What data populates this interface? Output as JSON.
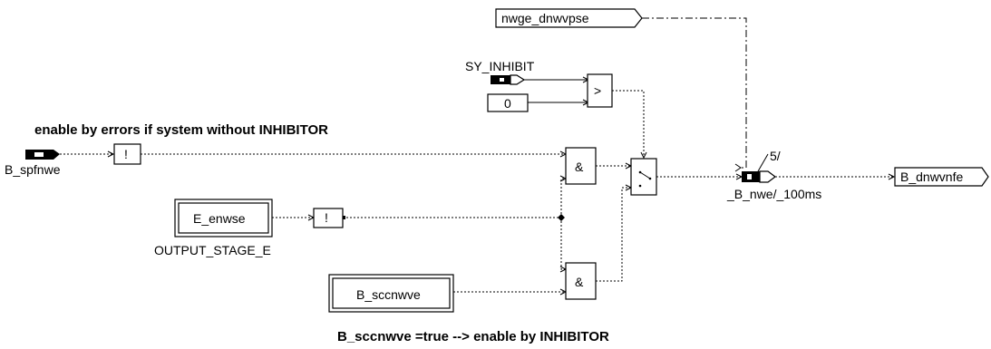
{
  "inputs": {
    "nwge": "nwge_dnwvpse",
    "sy_inhibit": "SY_INHIBIT",
    "constant_zero": "0",
    "b_spfnwe": "B_spfnwe",
    "e_enwse": "E_enwse",
    "b_sccnwve": "B_sccnwve"
  },
  "labels": {
    "output_stage": "OUTPUT_STAGE_E",
    "comment_top": "enable by errors if system without INHIBITOR",
    "comment_bottom": "B_sccnwve =true --> enable by INHIBITOR",
    "delay_block": "_B_nwe/_100ms",
    "delay_param": "5/"
  },
  "operators": {
    "not": "!",
    "and": "&",
    "greater": ">"
  },
  "outputs": {
    "b_dnwvnfe": "B_dnwvnfe"
  }
}
